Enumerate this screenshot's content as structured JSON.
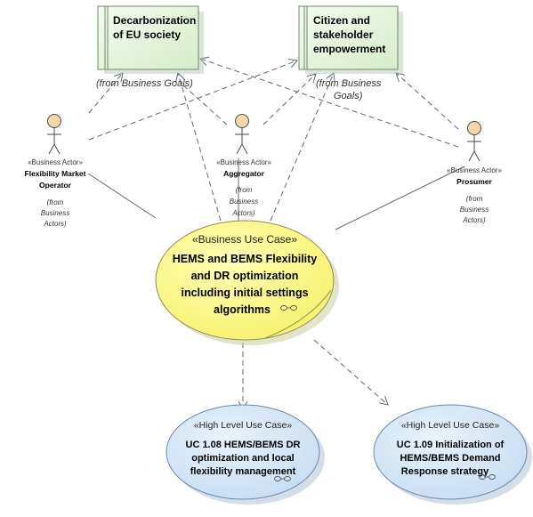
{
  "goals": [
    {
      "title_line1": "Decarbonization",
      "title_line2": "of EU society",
      "title_line3": "",
      "from_line1": "(from Business Goals)",
      "from_line2": ""
    },
    {
      "title_line1": "Citizen and",
      "title_line2": "stakeholder",
      "title_line3": "empowerment",
      "from_line1": "(from Business",
      "from_line2": "Goals)"
    }
  ],
  "actors": [
    {
      "stereotype": "«Business Actor»",
      "name_line1": "Flexibility Market",
      "name_line2": "Operator",
      "from_line1": "(from",
      "from_line2": "Business",
      "from_line3": "Actors)"
    },
    {
      "stereotype": "«Business Actor»",
      "name_line1": "Aggregator",
      "name_line2": "",
      "from_line1": "(from",
      "from_line2": "Business",
      "from_line3": "Actors)"
    },
    {
      "stereotype": "«Business Actor»",
      "name_line1": "Prosumer",
      "name_line2": "",
      "from_line1": "(from",
      "from_line2": "Business",
      "from_line3": "Actors)"
    }
  ],
  "main_use_case": {
    "stereotype": "«Business Use Case»",
    "line1": "HEMS and BEMS Flexibility",
    "line2": "and DR optimization",
    "line3": "including initial settings",
    "line4": "algorithms"
  },
  "sub_use_cases": [
    {
      "stereotype": "«High Level Use Case»",
      "line1": "UC 1.08 HEMS/BEMS DR",
      "line2": "optimization and local",
      "line3": "flexibility management"
    },
    {
      "stereotype": "«High Level Use Case»",
      "line1": "UC 1.09 Initialization of",
      "line2": "HEMS/BEMS Demand",
      "line3": "Response strategy"
    }
  ],
  "colors": {
    "goal_fill": "#e4f5dc",
    "goal_border": "#6f8a6a",
    "actor_head": "#f5d7a8",
    "main_fill": "#ffff88",
    "main_border": "#8c8c50",
    "sub_fill": "#d2e6f8",
    "sub_border": "#6f86a8",
    "line": "#5b6775"
  }
}
